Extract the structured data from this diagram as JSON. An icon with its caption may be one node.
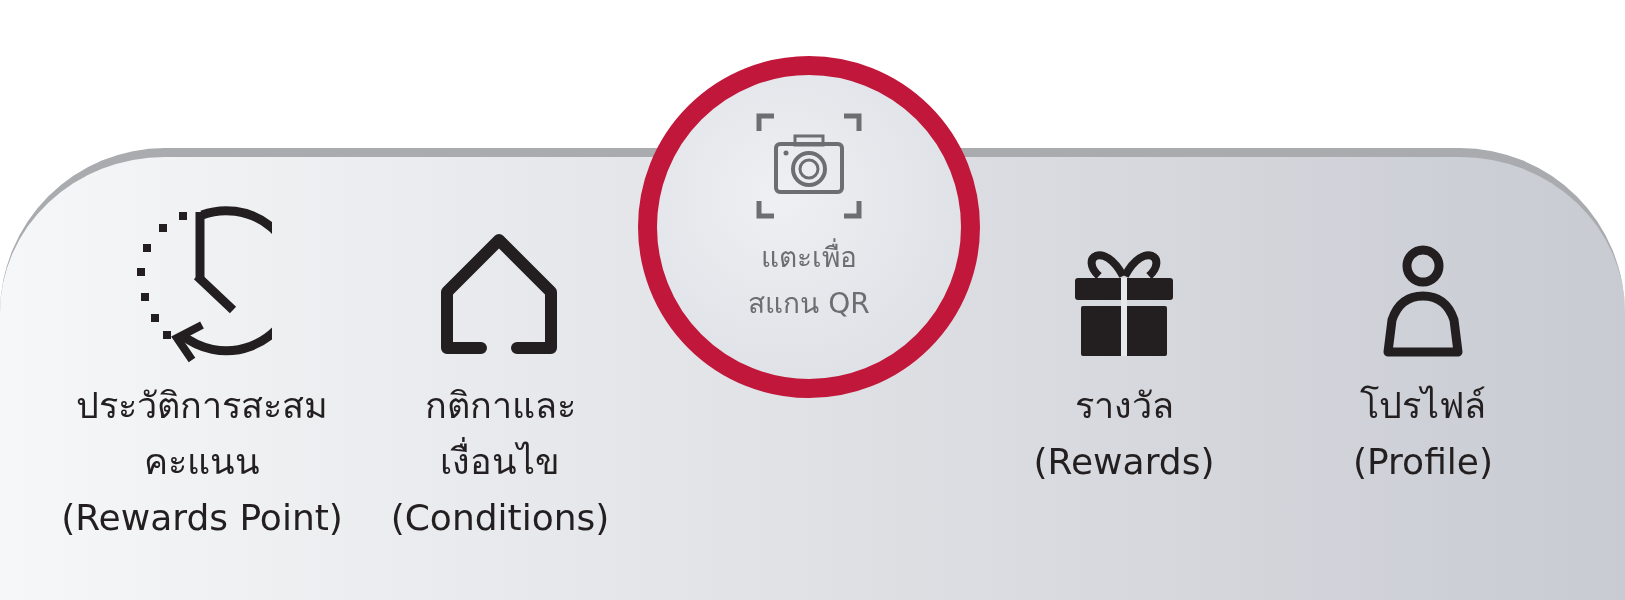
{
  "diagram": {
    "nodes": [
      {
        "text": [
          "ประวัติการสะสมคะแนน",
          "(Rewards Point)"
        ]
      },
      {
        "text": [
          "กติกาและเงื่อนไข",
          "(Conditions)"
        ]
      },
      {
        "text": [
          "แตะเพื่อสแกน QR"
        ]
      },
      {
        "text": [
          "รางวัล",
          "(Rewards)"
        ]
      },
      {
        "text": [
          "โปรไฟล์",
          "(Profile)"
        ]
      }
    ]
  }
}
